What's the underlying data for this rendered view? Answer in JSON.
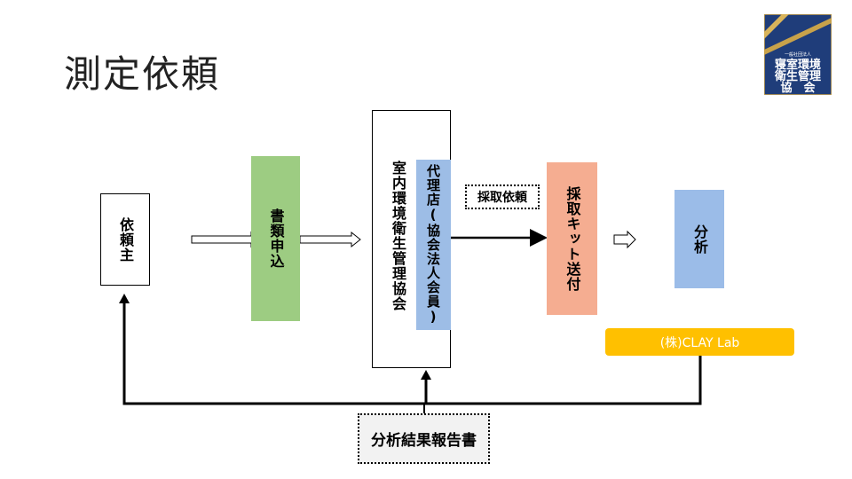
{
  "title": "測定依頼",
  "nodes": {
    "client": "依頼主",
    "application": "書類申込",
    "association": "室内環境衛生管理協会",
    "agent": "代理店(協会法人会員)",
    "sampling_request": "採取依頼",
    "kit_dispatch": "採取キット送付",
    "analysis": "分析",
    "lab": "(株)CLAY Lab",
    "report": "分析結果報告書"
  },
  "logo": {
    "small_text": "一般社団法人",
    "line1": "寝室環境",
    "line2": "衛生管理",
    "line3": "協　会"
  },
  "colors": {
    "application": "#9dcc82",
    "agent": "#9dbde6",
    "kit": "#f5ad91",
    "analysis": "#9bbce8",
    "lab": "#ffc000",
    "logo_bg": "#1f3d7a",
    "logo_gold": "#c8a24a"
  }
}
